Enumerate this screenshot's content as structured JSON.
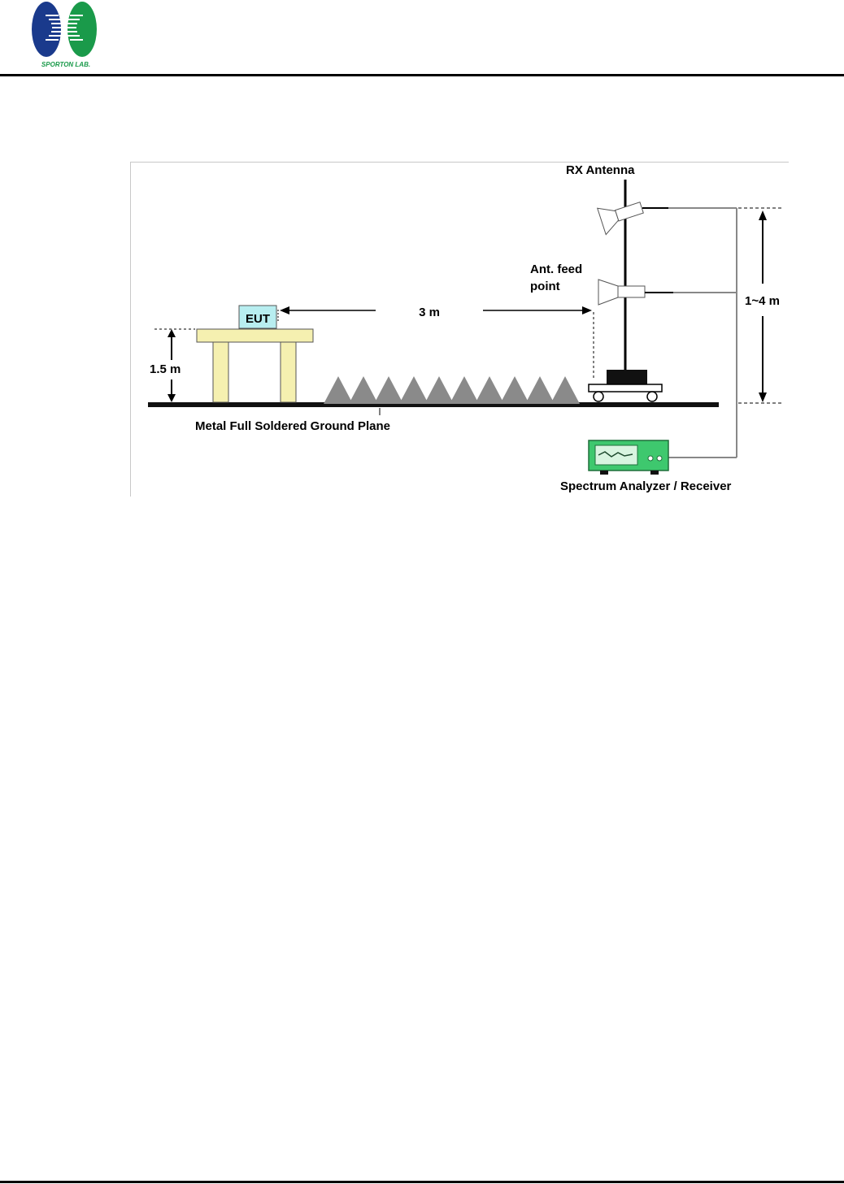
{
  "header": {
    "logo_text": "SPORTON LAB.",
    "colors": {
      "blue": "#1a3a8c",
      "green": "#1a9a4a"
    }
  },
  "diagram": {
    "rx_antenna": "RX Antenna",
    "ant_feed_line1": "Ant. feed",
    "ant_feed_line2": "point",
    "eut": "EUT",
    "distance": "3 m",
    "height_table": "1.5 m",
    "height_antenna": "1~4 m",
    "ground_plane": "Metal Full Soldered Ground Plane",
    "analyzer": "Spectrum Analyzer / Receiver",
    "colors": {
      "table": "#f5f0b0",
      "eut": "#b8eef0",
      "absorber": "#8a8a8a",
      "analyzer": "#3ec86e"
    }
  }
}
